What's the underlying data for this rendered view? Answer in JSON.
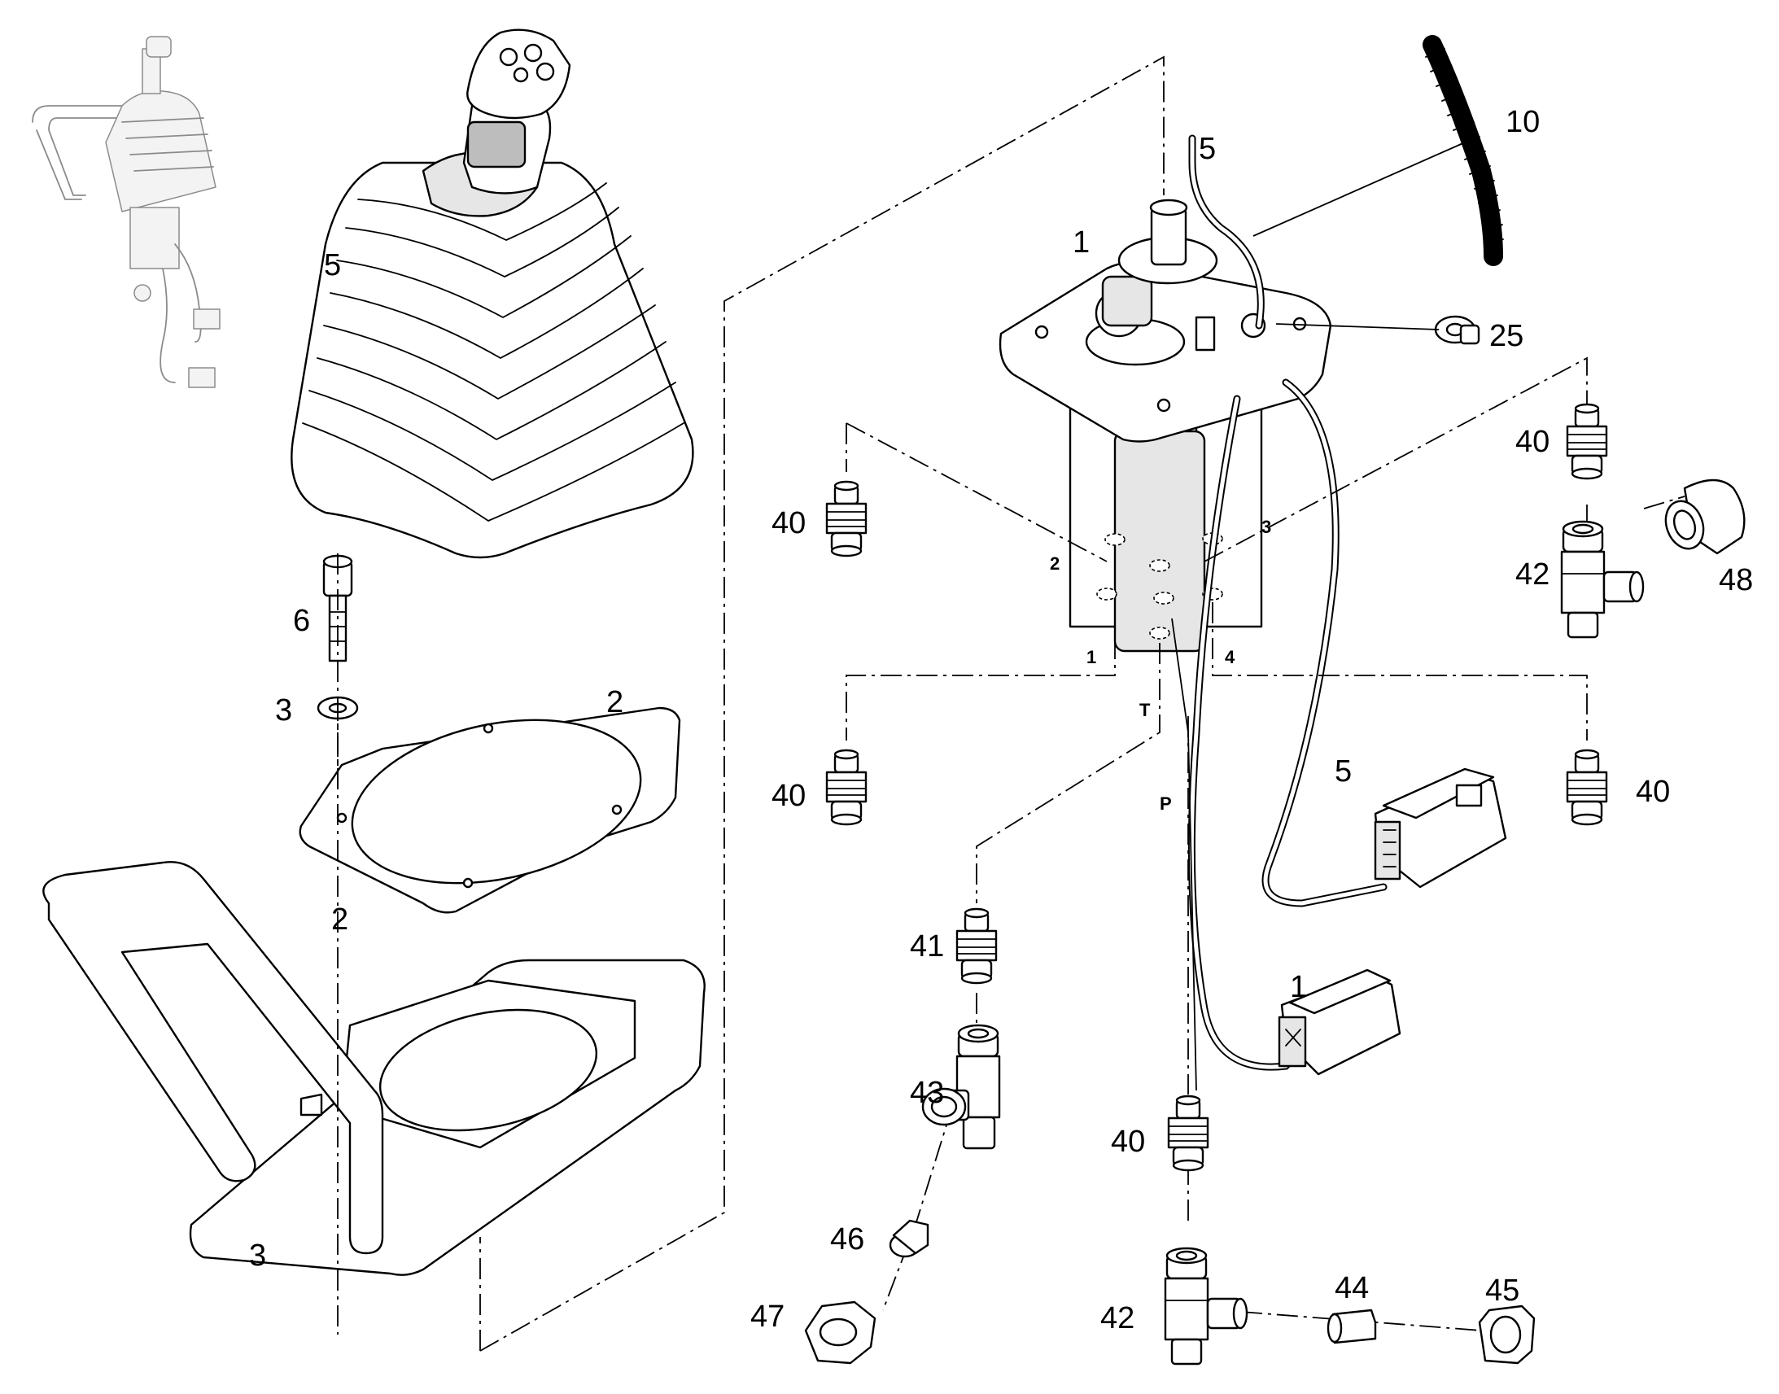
{
  "callouts": {
    "boot_top": "5",
    "washer": "3",
    "screw": "6",
    "gasket_upper": "2",
    "gasket_lower": "2",
    "bracket": "3",
    "valve_body": "1",
    "cable_top": "5",
    "spiral_wrap": "10",
    "clip": "25",
    "fitting_left_upper": "40",
    "fitting_left_lower": "40",
    "fitting_right_upper": "40",
    "fitting_right_lower": "40",
    "fitting_bottom": "40",
    "tee_right_upper": "42",
    "tee_bottom": "42",
    "elbow": "48",
    "connector_upper": "5",
    "connector_lower": "1",
    "fitting_41": "41",
    "tee_43": "43",
    "plug_46": "46",
    "nut_47": "47",
    "plug_44": "44",
    "nut_45": "45"
  },
  "ports": {
    "p1": "1",
    "p2": "2",
    "p3": "3",
    "p4": "4",
    "tank": "T",
    "pressure": "P"
  }
}
